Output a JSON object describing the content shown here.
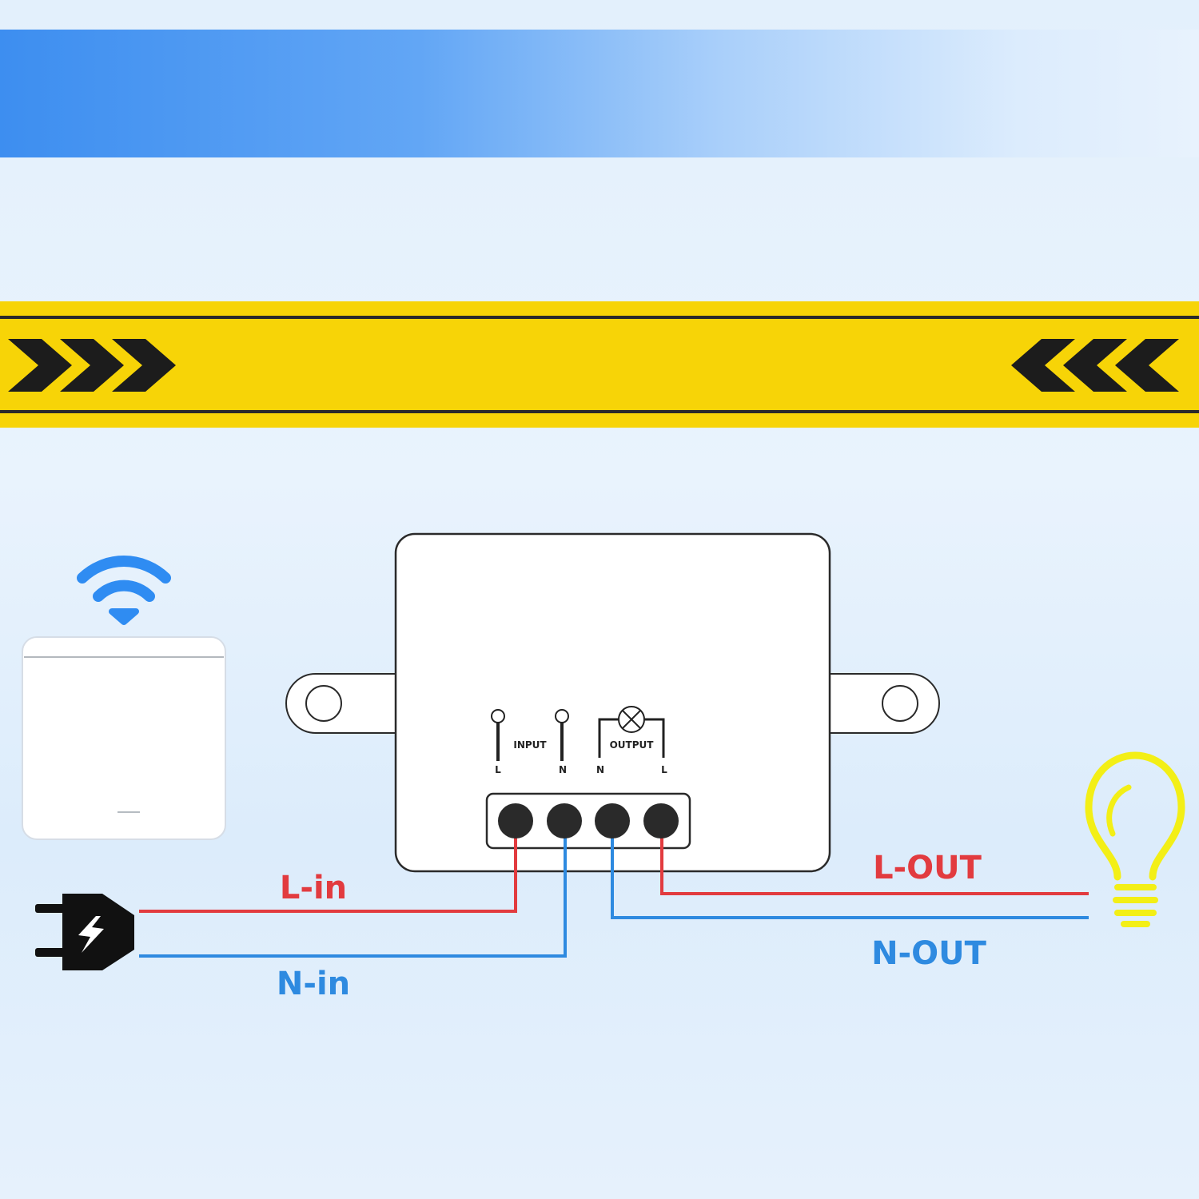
{
  "colors": {
    "banner_blue": "#3d8ef0",
    "tape_yellow": "#f7d407",
    "line_red": "#e23b3f",
    "line_blue": "#2e8ae0",
    "bulb_yellow": "#f3ef16",
    "wifi_blue": "#2f8cf2",
    "terminal_dark": "#2a2a2a"
  },
  "icons": {
    "wifi": "wifi-icon",
    "switch": "wall-switch-icon",
    "plug": "power-plug-icon",
    "bulb": "light-bulb-icon",
    "lamp": "lamp-symbol-icon"
  },
  "module": {
    "input_label": "INPUT",
    "output_label": "OUTPUT",
    "terminals": [
      "L",
      "N",
      "N",
      "L"
    ]
  },
  "wires": {
    "l_in": "L-in",
    "n_in": "N-in",
    "l_out": "L-OUT",
    "n_out": "N-OUT"
  }
}
